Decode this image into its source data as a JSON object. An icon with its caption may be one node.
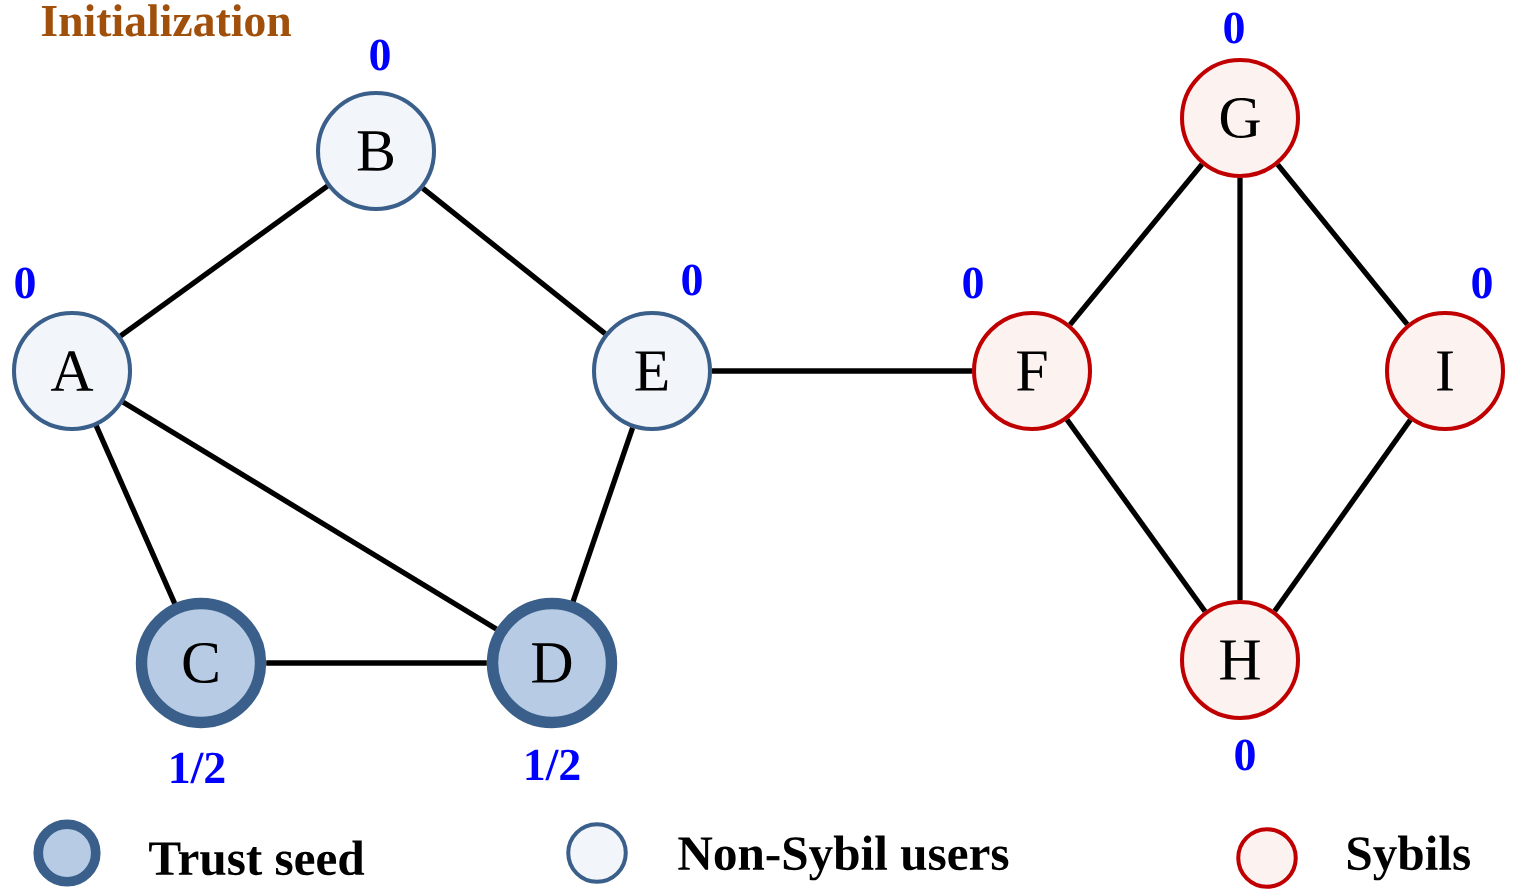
{
  "diagram": {
    "title": "Initialization",
    "nodes": [
      {
        "text": [
          "A"
        ],
        "beside": [
          "0"
        ]
      },
      {
        "text": [
          "B"
        ],
        "beside": [
          "0"
        ]
      },
      {
        "text": [
          "C"
        ],
        "beside": [
          "1/2"
        ]
      },
      {
        "text": [
          "D"
        ],
        "beside": [
          "1/2"
        ]
      },
      {
        "text": [
          "E"
        ],
        "beside": [
          "0"
        ]
      },
      {
        "text": [
          "F"
        ],
        "beside": [
          "0"
        ]
      },
      {
        "text": [
          "G"
        ],
        "beside": [
          "0"
        ]
      },
      {
        "text": [
          "H"
        ],
        "beside": [
          "0"
        ]
      },
      {
        "text": [
          "I"
        ],
        "beside": [
          "0"
        ]
      }
    ],
    "edges": [
      {
        "from": 0,
        "to": 1,
        "arrow": "none"
      },
      {
        "from": 1,
        "to": 4,
        "arrow": "none"
      },
      {
        "from": 0,
        "to": 2,
        "arrow": "none"
      },
      {
        "from": 0,
        "to": 3,
        "arrow": "none"
      },
      {
        "from": 2,
        "to": 3,
        "arrow": "none"
      },
      {
        "from": 4,
        "to": 3,
        "arrow": "none"
      },
      {
        "from": 4,
        "to": 5,
        "arrow": "none"
      },
      {
        "from": 5,
        "to": 6,
        "arrow": "none"
      },
      {
        "from": 6,
        "to": 7,
        "arrow": "none"
      },
      {
        "from": 6,
        "to": 8,
        "arrow": "none"
      },
      {
        "from": 5,
        "to": 7,
        "arrow": "none"
      },
      {
        "from": 8,
        "to": 7,
        "arrow": "none"
      }
    ],
    "legend": [
      {
        "text": "Trust seed"
      },
      {
        "text": "Non-Sybil users"
      },
      {
        "text": "Sybils"
      }
    ]
  }
}
